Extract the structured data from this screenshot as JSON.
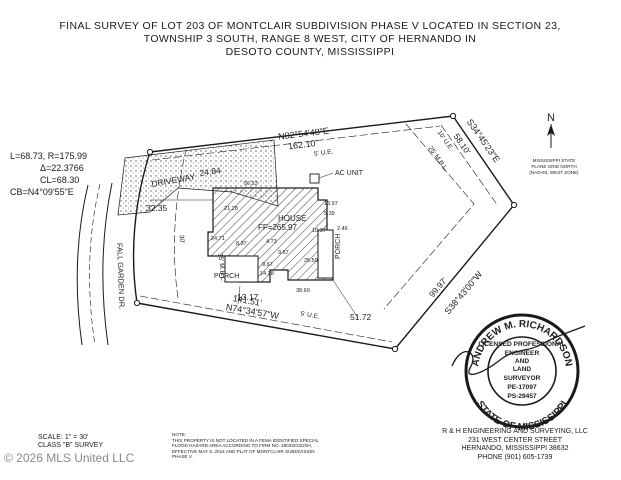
{
  "title_lines": [
    "FINAL SURVEY OF LOT 203 OF MONTCLAIR SUBDIVISION PHASE V LOCATED IN SECTION 23,",
    "TOWNSHIP 3 SOUTH, RANGE 8 WEST, CITY OF HERNANDO IN",
    "DESOTO COUNTY, MISSISSIPPI"
  ],
  "curve_data": [
    "L=68.73, R=175.99",
    "Δ=22.3766",
    "CL=68.30",
    "CB=N4°09'55\"E"
  ],
  "bearings": {
    "north": "N82°54'48\"E",
    "north_dist": "162.10'",
    "east_upper": "S34°45'23\"E",
    "east_upper_dist": "58.10'",
    "east_lower": "S38°43'00\"W",
    "east_lower_dist": "99.97'",
    "south": "N74°34'57\"W",
    "south_dist": "141.51'"
  },
  "labels": {
    "street": "FALL GARDEN DR.",
    "driveway": "DRIVEWAY",
    "driveway_dim": "24.84",
    "left_dim": "32.35",
    "ac_unit": "AC UNIT",
    "house": "HOUSE",
    "ff": "FF=265.97",
    "porch_left": "PORCH",
    "porch_right": "PORCH",
    "ue_north": "5' U.E.",
    "ue_east": "10' U.E.",
    "ue_south": "5' U.E.",
    "mbl_east": "25' M.B.L.",
    "mbl_front": "35' M.B.L.",
    "front_setback": "30'",
    "dim_1317": "13.17",
    "dim_5172": "51.72"
  },
  "house_dims": [
    "56.53",
    "13.97",
    "5.39",
    "21.28",
    "10.37",
    "2.46",
    "24.71",
    "8.37",
    "4.73",
    "9.67",
    "9.67",
    "14.38",
    "25.59",
    "38.60"
  ],
  "north_arrow": {
    "letter": "N"
  },
  "north_note": [
    "MISSISSIPPI STATE",
    "PLANE GRID NORTH",
    "(NAD-83, WEST ZONE)"
  ],
  "seal": {
    "name": "ANDREW M. RICHARDSON",
    "state": "STATE OF MISSISSIPPI",
    "lines": [
      "LICENSED PROFESSIONAL",
      "ENGINEER",
      "AND",
      "LAND",
      "SURVEYOR",
      "PE-17097",
      "PS-29457"
    ]
  },
  "scale_lines": [
    "SCALE: 1\" = 30'",
    "CLASS \"B\" SURVEY"
  ],
  "flood_note": [
    "NOTE:",
    "THIS PROPERTY IS NOT LOCATED IN A FEMA IDENTIFIED SPECIAL",
    "FLOOD HAZARD AREA ACCORDING TO FIRM NO. 28033C0220H,",
    "EFFECTIVE MAY 5, 2014 AND PLAT OF MONTCLAIR SUBDIVISION",
    "PHASE V."
  ],
  "firm_lines": [
    "R & H ENGINEERING AND SURVEYING, LLC",
    "231 WEST CENTER STREET",
    "HERNANDO, MISSISSIPPI 38632",
    "PHONE (901) 605-1739"
  ],
  "copyright": "© 2026 MLS United LLC",
  "colors": {
    "line": "#1a1a1a",
    "hatch": "#333333",
    "watermark": "#8a8a8a"
  }
}
